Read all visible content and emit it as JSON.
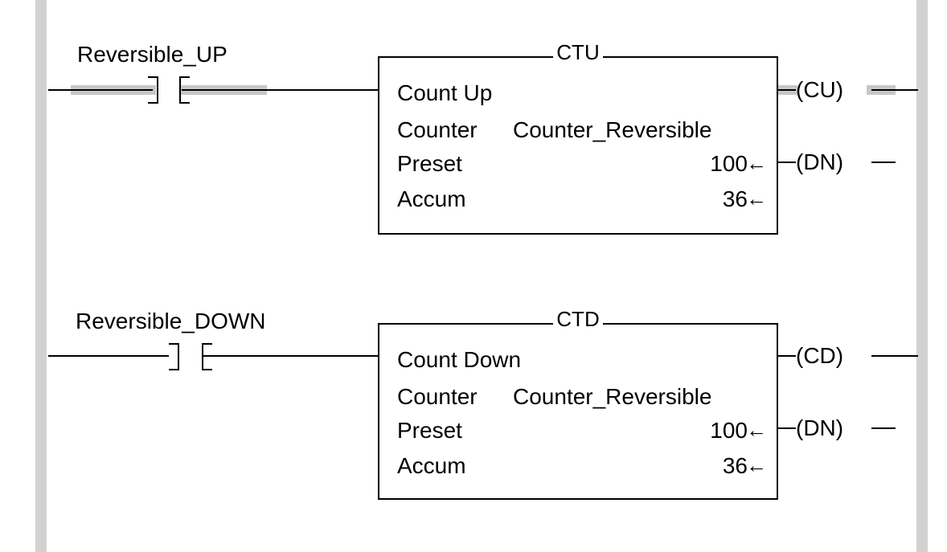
{
  "rung1": {
    "contact_tag": "Reversible_UP",
    "instruction": "CTU",
    "description": "Count Up",
    "counter_label": "Counter",
    "counter_tag": "Counter_Reversible",
    "preset_label": "Preset",
    "preset_value": "100",
    "accum_label": "Accum",
    "accum_value": "36",
    "out_bit": "(CU)",
    "done_bit": "(DN)",
    "energized": true
  },
  "rung2": {
    "contact_tag": "Reversible_DOWN",
    "instruction": "CTD",
    "description": "Count Down",
    "counter_label": "Counter",
    "counter_tag": "Counter_Reversible",
    "preset_label": "Preset",
    "preset_value": "100",
    "accum_label": "Accum",
    "accum_value": "36",
    "out_bit": "(CD)",
    "done_bit": "(DN)",
    "energized": false
  },
  "colors": {
    "rail": "#d2d2d2",
    "highlight": "#c7c7c7",
    "wire": "#000000"
  },
  "icons": [
    "xic-contact-icon",
    "arrow-left-icon"
  ]
}
